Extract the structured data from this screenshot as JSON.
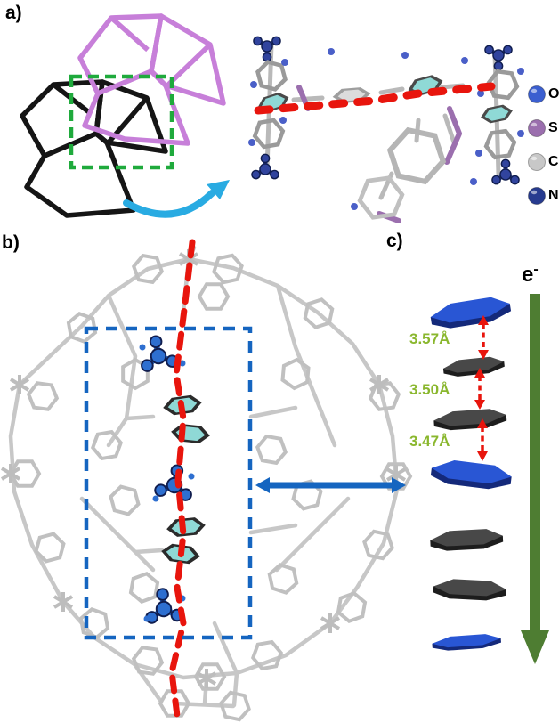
{
  "figure": {
    "panel_a_label": "a)",
    "panel_b_label": "b)",
    "panel_c_label": "c)"
  },
  "legend": {
    "items": [
      {
        "label": "O",
        "color": "#3b5fd0"
      },
      {
        "label": "S",
        "color": "#9b6fae"
      },
      {
        "label": "C",
        "color": "#c8c8c8"
      },
      {
        "label": "N",
        "color": "#273b8f"
      }
    ]
  },
  "panel_c": {
    "electron_base": "e",
    "electron_sup": "-",
    "distances": [
      "3.57Å",
      "3.50Å",
      "3.47Å"
    ]
  },
  "colors": {
    "green_box": "#1faa3c",
    "cyan_arrow": "#29abe2",
    "red_dash": "#e8150d",
    "blue_box": "#1565c0",
    "distance_text": "#8ab72e",
    "electron_arrow": "#4e7d32",
    "disc_blue": "#2956d4",
    "disc_dark": "#484848",
    "cage_purple": "#c77fd9",
    "cage_black": "#151515",
    "highlight_teal": "#8fd9d6"
  }
}
